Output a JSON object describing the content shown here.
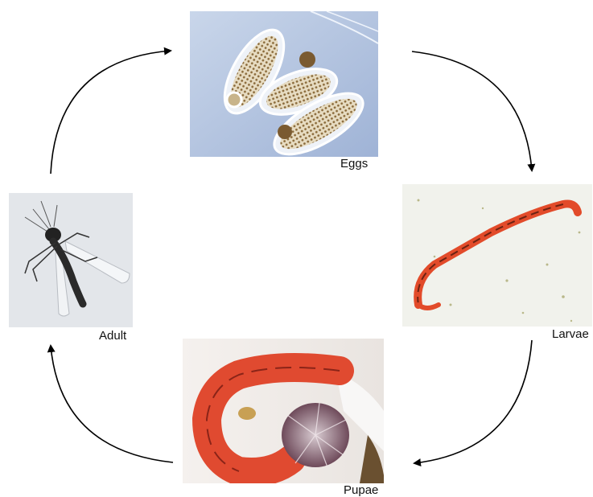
{
  "stages": {
    "eggs": {
      "label": "Eggs"
    },
    "larvae": {
      "label": "Larvae"
    },
    "pupae": {
      "label": "Pupae"
    },
    "adult": {
      "label": "Adult"
    }
  }
}
